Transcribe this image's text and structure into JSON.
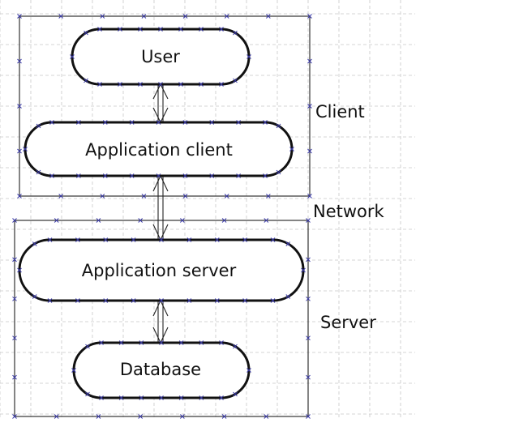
{
  "diagram": {
    "nodes": [
      {
        "id": "user",
        "label": "User"
      },
      {
        "id": "app-client",
        "label": "Application client"
      },
      {
        "id": "app-server",
        "label": "Application server"
      },
      {
        "id": "database",
        "label": "Database"
      }
    ],
    "groups": [
      {
        "id": "client",
        "label": "Client",
        "contains": [
          "user",
          "app-client"
        ]
      },
      {
        "id": "server",
        "label": "Server",
        "contains": [
          "app-server",
          "database"
        ]
      }
    ],
    "edges": [
      {
        "from": "user",
        "to": "app-client",
        "direction": "both"
      },
      {
        "from": "app-client",
        "to": "app-server",
        "direction": "both",
        "label": "Network"
      },
      {
        "from": "app-server",
        "to": "database",
        "direction": "both"
      }
    ],
    "colors": {
      "grid": "#c8c8c8",
      "stroke": "#111111",
      "handle": "#3a3aa8"
    }
  }
}
